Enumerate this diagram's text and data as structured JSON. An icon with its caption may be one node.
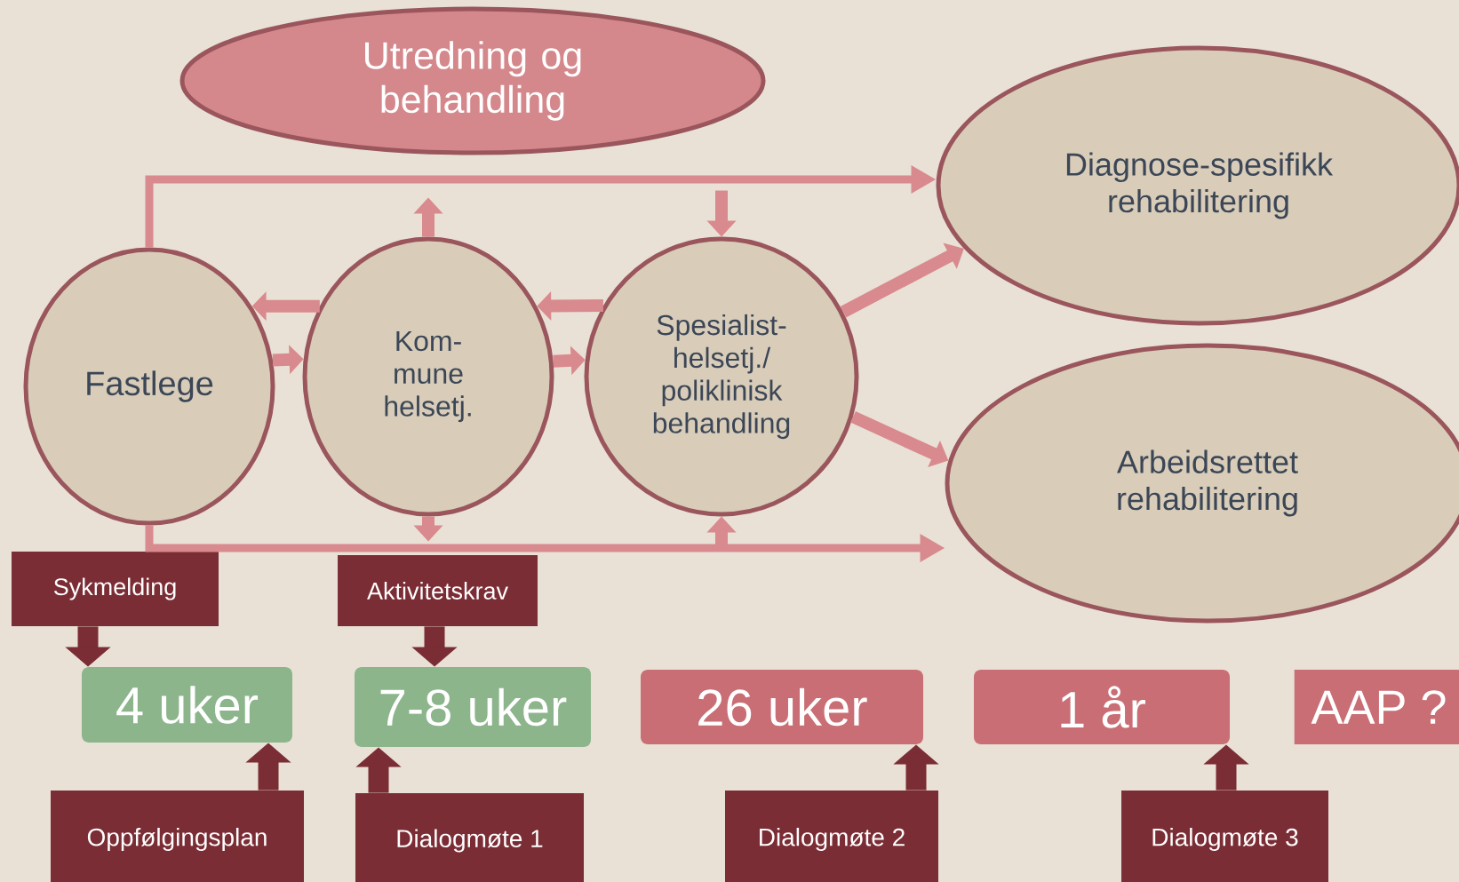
{
  "diagram": {
    "nodes": [
      {
        "text": [
          "Utredning og behandling"
        ]
      },
      {
        "text": [
          "Fastlege"
        ]
      },
      {
        "text": [
          "Kom- mune helsetj."
        ]
      },
      {
        "text": [
          "Spesialist- helsetj./ poliklinisk behandling"
        ]
      },
      {
        "text": [
          "Diagnose-spesifikk rehabilitering"
        ]
      },
      {
        "text": [
          "Arbeidsrettet rehabilitering"
        ]
      },
      {
        "text": [
          "Sykmelding"
        ]
      },
      {
        "text": [
          "Aktivitetskrav"
        ]
      },
      {
        "text": [
          "4 uker"
        ]
      },
      {
        "text": [
          "7-8 uker"
        ]
      },
      {
        "text": [
          "26 uker"
        ]
      },
      {
        "text": [
          "1 år"
        ]
      },
      {
        "text": [
          "AAP ?"
        ]
      },
      {
        "text": [
          "Oppfølgingsplan"
        ]
      },
      {
        "text": [
          "Dialogmøte 1"
        ]
      },
      {
        "text": [
          "Dialogmøte 2"
        ]
      },
      {
        "text": [
          "Dialogmøte 3"
        ]
      }
    ],
    "edges": [
      {
        "from": 1,
        "to": 4,
        "arrow": "to"
      },
      {
        "from": 1,
        "to": 5,
        "arrow": "to"
      },
      {
        "from": 2,
        "to": 1,
        "arrow": "to"
      },
      {
        "from": 1,
        "to": 2,
        "arrow": "to"
      },
      {
        "from": 3,
        "to": 2,
        "arrow": "to"
      },
      {
        "from": 2,
        "to": 3,
        "arrow": "to"
      },
      {
        "from": 2,
        "to": null,
        "arrow": "to"
      },
      {
        "from": null,
        "to": 3,
        "arrow": "to"
      },
      {
        "from": 2,
        "to": null,
        "arrow": "to"
      },
      {
        "from": null,
        "to": 3,
        "arrow": "to"
      },
      {
        "from": 3,
        "to": 4,
        "arrow": "to"
      },
      {
        "from": 3,
        "to": 5,
        "arrow": "to"
      },
      {
        "from": 6,
        "to": 8,
        "arrow": "to",
        "color": "#7b2d35"
      },
      {
        "from": 7,
        "to": 9,
        "arrow": "to",
        "color": "#7b2d35"
      },
      {
        "from": 13,
        "to": 8,
        "arrow": "to",
        "color": "#7b2d35"
      },
      {
        "from": 14,
        "to": 9,
        "arrow": "to",
        "color": "#7b2d35"
      },
      {
        "from": 15,
        "to": 10,
        "arrow": "to",
        "color": "#7b2d35"
      },
      {
        "from": 16,
        "to": 11,
        "arrow": "to",
        "color": "#7b2d35"
      }
    ]
  }
}
